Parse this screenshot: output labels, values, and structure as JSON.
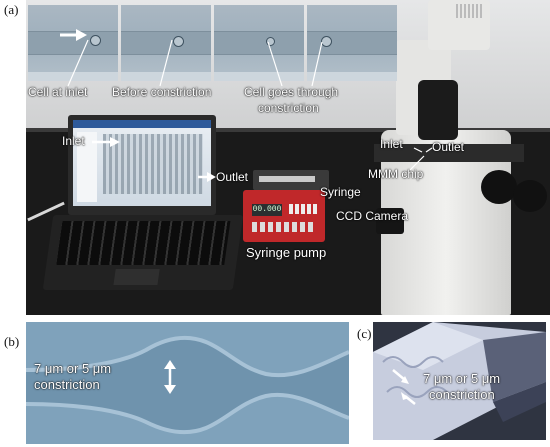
{
  "panels": {
    "a": "(a)",
    "b": "(b)",
    "c": "(c)"
  },
  "top_labels": {
    "cell_at_inlet": "Cell at inlet",
    "before_constriction": "Before constriction",
    "cell_goes_through": "Cell goes through",
    "constriction": "constriction"
  },
  "photo_labels": {
    "inlet_laptop": "Inlet",
    "outlet_tube": "Outlet",
    "syringe": "Syringe",
    "syringe_pump": "Syringe pump",
    "ccd_camera": "CCD Camera",
    "inlet_chip": "Inlet",
    "outlet_chip": "Outlet",
    "mmm_chip": "MMM chip",
    "pump_display": "00.000"
  },
  "bottom_labels": {
    "b_line1": "7 μm or 5 μm",
    "b_line2": "constriction",
    "c_line1": "7 μm or 5 μm",
    "c_line2": "constriction"
  },
  "colors": {
    "pump_red": "#c0282a",
    "chip_blue": "#6f93ad",
    "camera_white": "#e8e8e6"
  }
}
